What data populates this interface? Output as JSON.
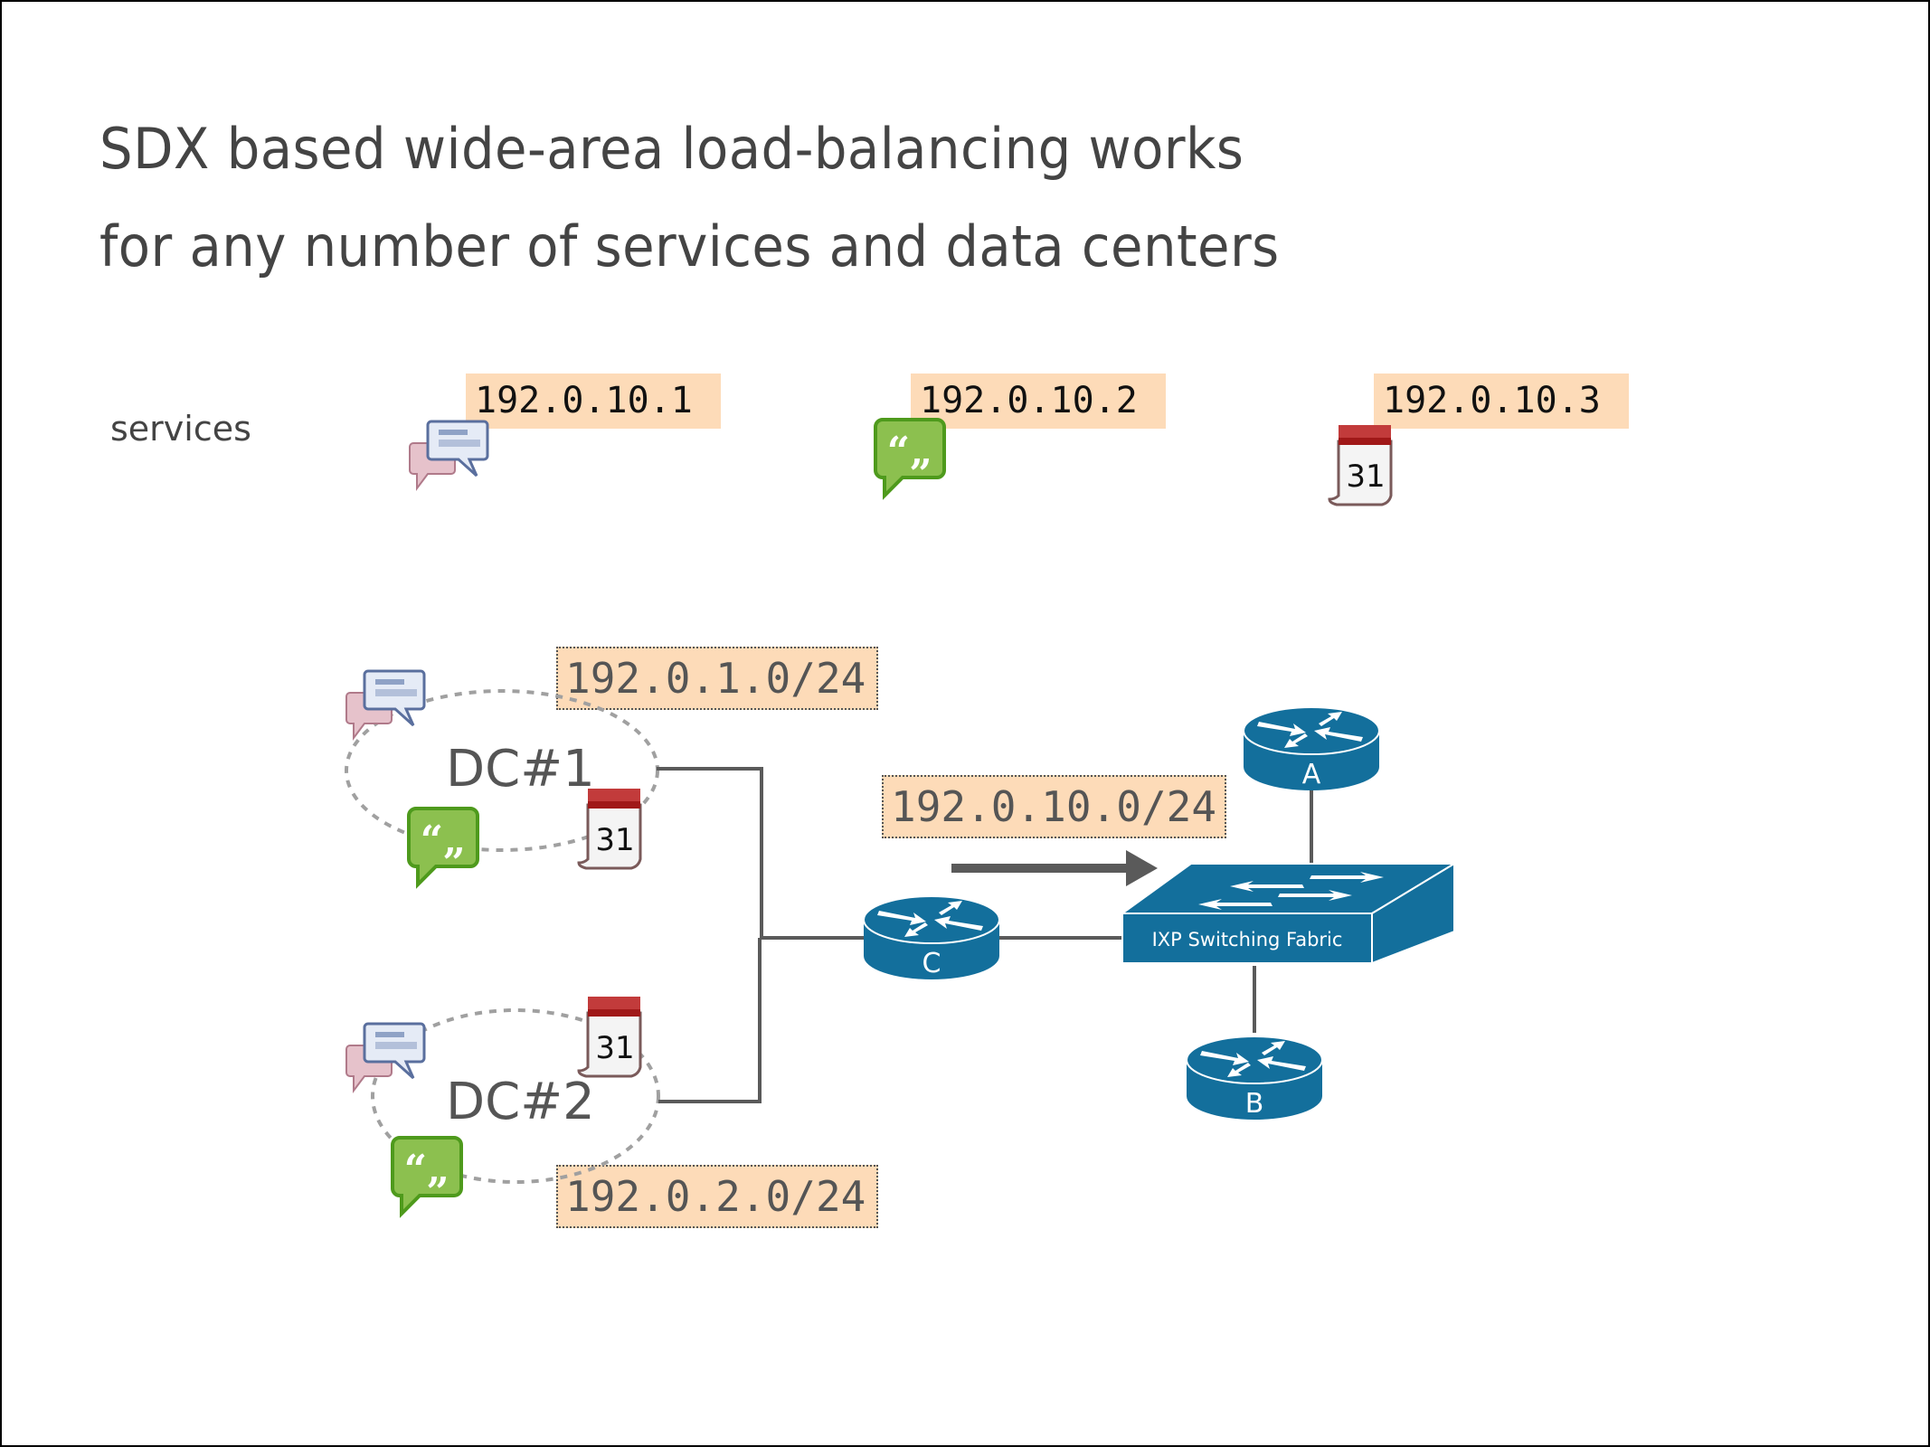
{
  "slide": {
    "title_line1": "SDX based wide-area load-balancing works",
    "title_line2": "for any number of services and data centers"
  },
  "services": {
    "label": "services",
    "items": [
      {
        "ip": "192.0.10.1",
        "icon": "chat-bubbles-icon"
      },
      {
        "ip": "192.0.10.2",
        "icon": "quote-bubble-icon"
      },
      {
        "ip": "192.0.10.3",
        "icon": "calendar-icon",
        "calendar_day": "31"
      }
    ]
  },
  "datacenters": [
    {
      "label": "DC#1",
      "prefix": "192.0.1.0/24",
      "calendar_day": "31"
    },
    {
      "label": "DC#2",
      "prefix": "192.0.2.0/24",
      "calendar_day": "31"
    }
  ],
  "announcement": {
    "prefix": "192.0.10.0/24"
  },
  "network": {
    "switch_label": "IXP Switching Fabric",
    "routers": [
      {
        "id": "A"
      },
      {
        "id": "B"
      },
      {
        "id": "C"
      }
    ]
  },
  "colors": {
    "cisco_blue": "#136f9c",
    "label_bg": "#fddbb8",
    "line": "#5a5a5a",
    "text": "#444444"
  }
}
